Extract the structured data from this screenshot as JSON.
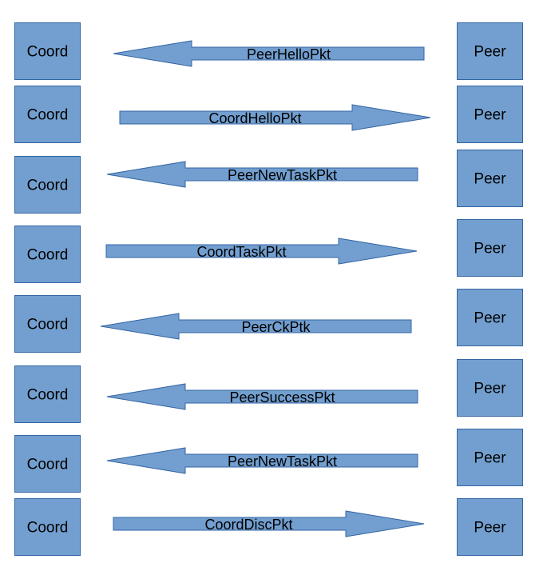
{
  "colors": {
    "fill": "#729fcf",
    "stroke": "#3465a4",
    "text": "#000000"
  },
  "left_node_label": "Coord",
  "right_node_label": "Peer",
  "messages": [
    {
      "label": "PeerHelloPkt",
      "direction": "to-coord"
    },
    {
      "label": "CoordHelloPkt",
      "direction": "to-peer"
    },
    {
      "label": "PeerNewTaskPkt",
      "direction": "to-coord"
    },
    {
      "label": "CoordTaskPkt",
      "direction": "to-peer"
    },
    {
      "label": "PeerCkPtk",
      "direction": "to-coord"
    },
    {
      "label": "PeerSuccessPkt",
      "direction": "to-coord"
    },
    {
      "label": "PeerNewTaskPkt",
      "direction": "to-coord"
    },
    {
      "label": "CoordDiscPkt",
      "direction": "to-peer"
    }
  ]
}
